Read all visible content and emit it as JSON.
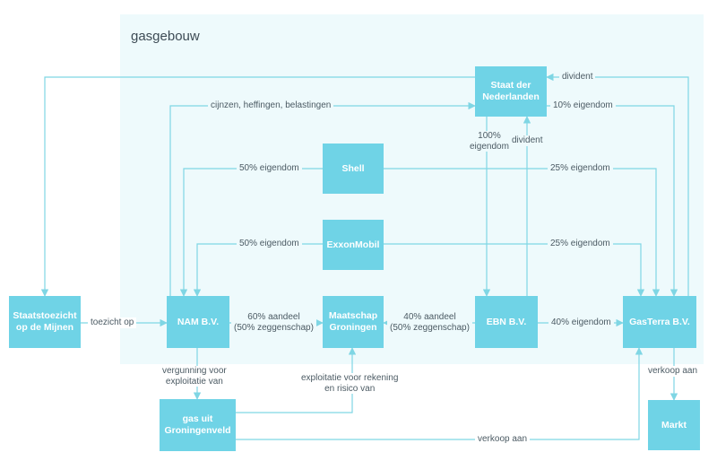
{
  "region": {
    "title": "gasgebouw"
  },
  "nodes": {
    "staat": "Staat der\nNederlanden",
    "shell": "Shell",
    "exxon": "ExxonMobil",
    "sodm": "Staatstoezicht\nop de Mijnen",
    "nam": "NAM B.V.",
    "maatschap": "Maatschap\nGroningen",
    "ebn": "EBN B.V.",
    "gasterra": "GasTerra B.V.",
    "gasveld": "gas uit\nGroningenveld",
    "markt": "Markt"
  },
  "labels": {
    "dividend_top": "divident",
    "cijnzen": "cijnzen, heffingen, belastingen",
    "eigendom_10": "10% eigendom",
    "eigendom_100": "100%\neigendom",
    "dividend_mid": "divident",
    "shell_50": "50% eigendom",
    "shell_25": "25% eigendom",
    "exxon_50": "50% eigendom",
    "exxon_25": "25% eigendom",
    "toezicht": "toezicht op",
    "nam_aandeel": "60% aandeel\n(50% zeggenschap)",
    "ebn_aandeel": "40% aandeel\n(50% zeggenschap)",
    "ebn_gasterra": "40% eigendom",
    "vergunning": "vergunning voor\nexploitatie van",
    "exploitatie": "exploitatie voor rekening\nen risico van",
    "verkoop_markt": "verkoop aan",
    "verkoop_gasveld": "verkoop aan"
  },
  "colors": {
    "node_fill": "#6fd3e6",
    "edge": "#7fd6e4",
    "region_fill": "#eefafc",
    "label_text": "#4b5a63"
  }
}
